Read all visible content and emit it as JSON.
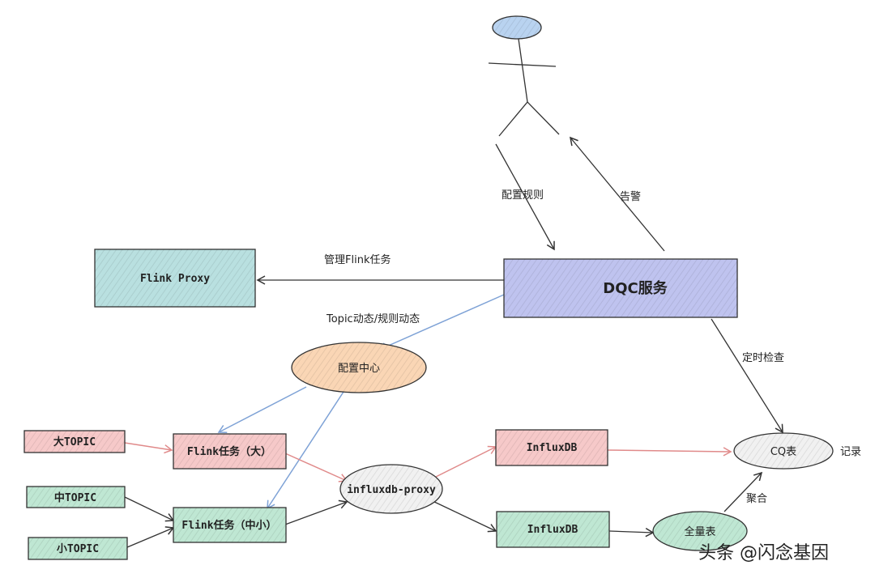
{
  "colors": {
    "blue": "#bfc3ef",
    "teal": "#b9e0e0",
    "pink": "#f6c9c9",
    "green": "#bfe7d3",
    "orange": "#fad6b5",
    "gray": "#f1f1f1",
    "headBlue": "#b9d3f0",
    "edgeDark": "#333333",
    "edgeBlue": "#7ea2d6",
    "edgeRed": "#e08a8a"
  },
  "nodes": {
    "dqc": "DQC服务",
    "flink_proxy": "Flink Proxy",
    "config_center": "配置中心",
    "big_topic": "大TOPIC",
    "mid_topic": "中TOPIC",
    "small_topic": "小TOPIC",
    "flink_big": "Flink任务（大）",
    "flink_small": "Flink任务（中小）",
    "influx_proxy": "influxdb-proxy",
    "influx_top": "InfluxDB",
    "influx_bottom": "InfluxDB",
    "cq_table": "CQ表",
    "full_table": "全量表"
  },
  "edge_labels": {
    "config_rule": "配置规则",
    "alert": "告警",
    "manage_flink": "管理Flink任务",
    "topic_dynamic": "Topic动态/规则动态",
    "timed_check": "定时检查",
    "record": "记录",
    "aggregate": "聚合"
  },
  "watermark": "头条 @闪念基因"
}
